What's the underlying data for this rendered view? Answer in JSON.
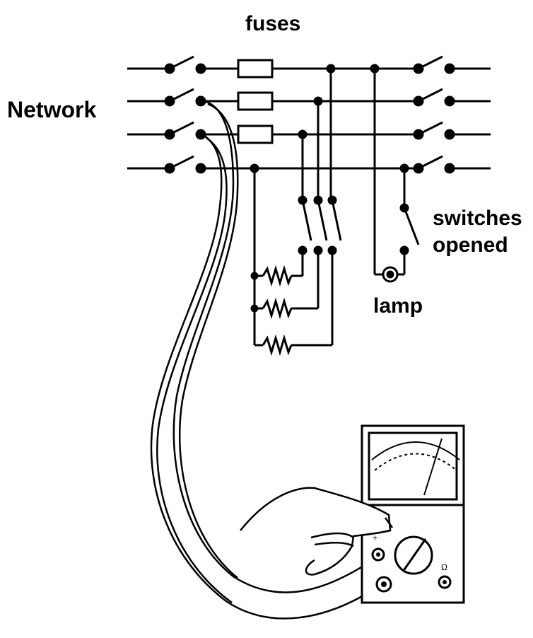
{
  "labels": {
    "fuses": "fuses",
    "network": "Network",
    "switches_line1": "switches",
    "switches_line2": "opened",
    "lamp": "lamp"
  },
  "colors": {
    "ink": "#000000",
    "background": "#ffffff"
  }
}
